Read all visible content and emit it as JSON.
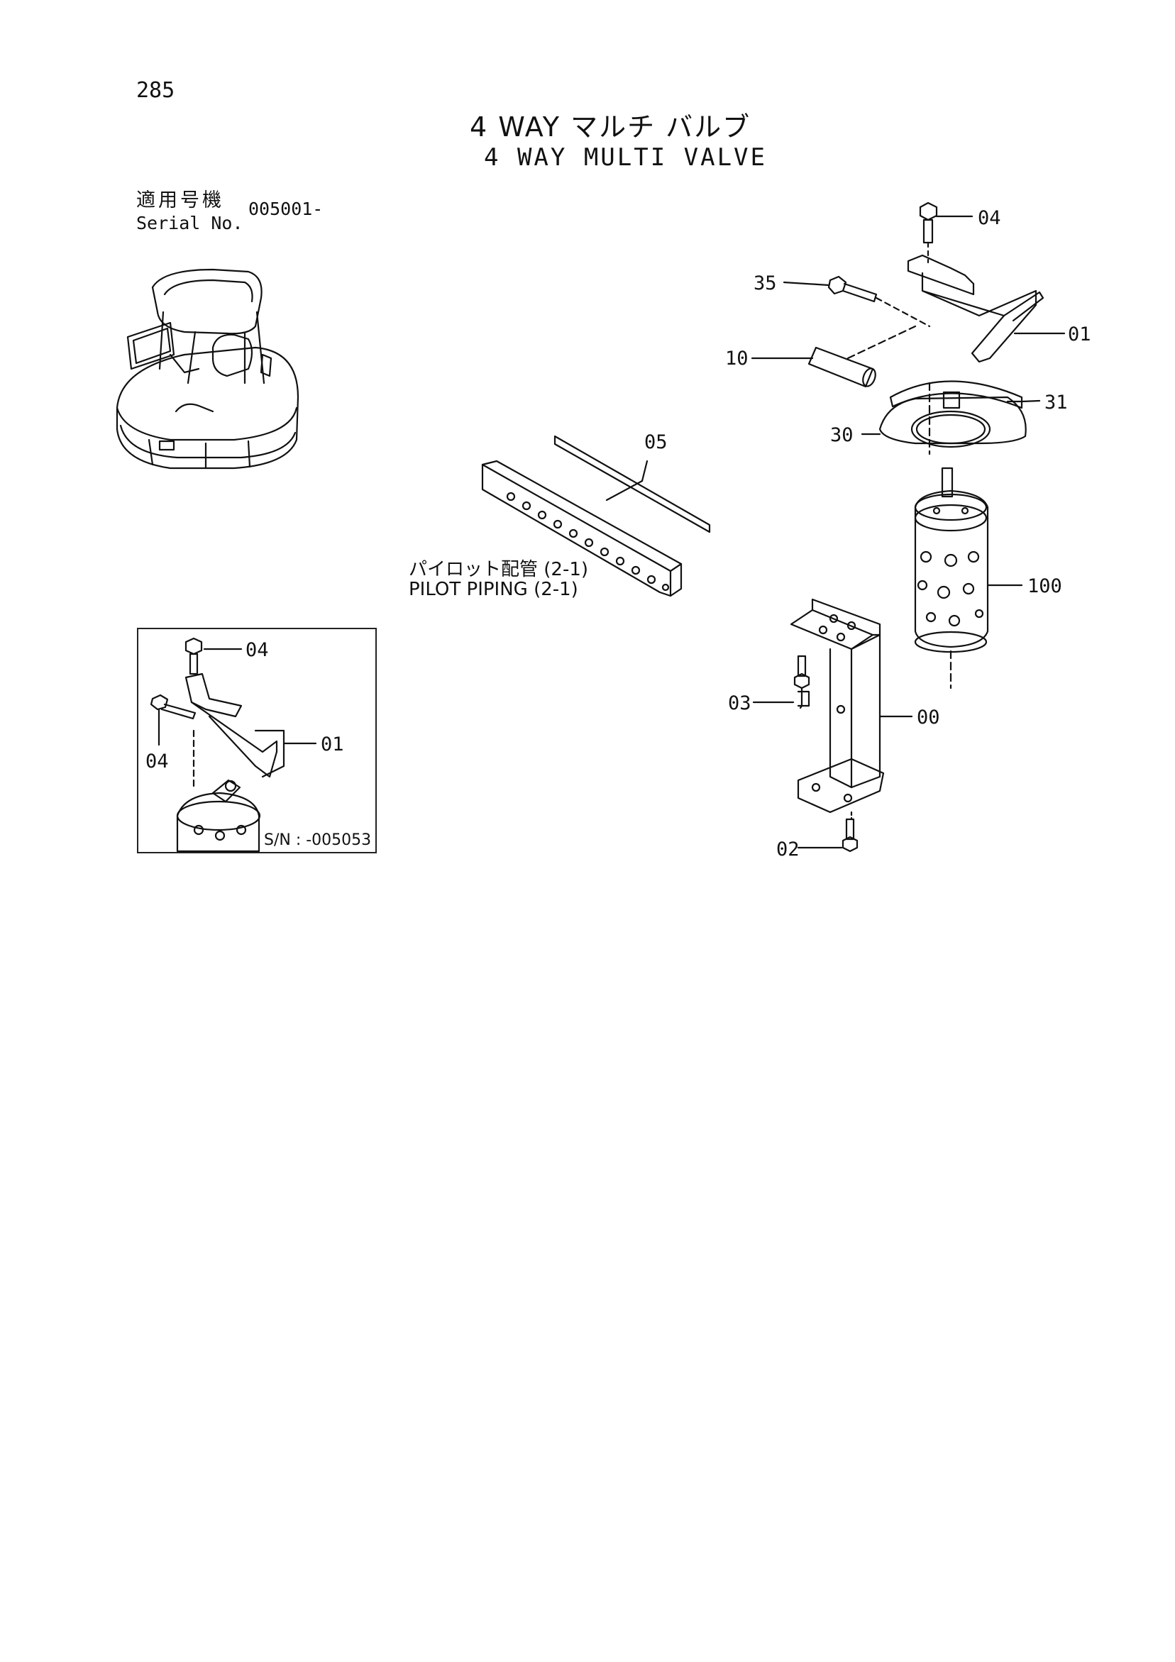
{
  "page_number": "285",
  "title_jp": "4 WAY マルチ バルブ",
  "title_en": "4 WAY MULTI VALVE",
  "serial": {
    "label_jp": "適用号機",
    "label_en": "Serial No.",
    "value": "005001-"
  },
  "reference": {
    "label_jp": "パイロット配管 (2-1)",
    "label_en": "PILOT PIPING (2-1)"
  },
  "callouts": {
    "main_04": "04",
    "main_35": "35",
    "main_01": "01",
    "main_10": "10",
    "main_31": "31",
    "main_30": "30",
    "main_05": "05",
    "main_100": "100",
    "main_03": "03",
    "main_00": "00",
    "main_02": "02",
    "inset_04_top": "04",
    "inset_01": "01",
    "inset_04_left": "04"
  },
  "inset": {
    "serial_note": "S/N : -005053"
  }
}
